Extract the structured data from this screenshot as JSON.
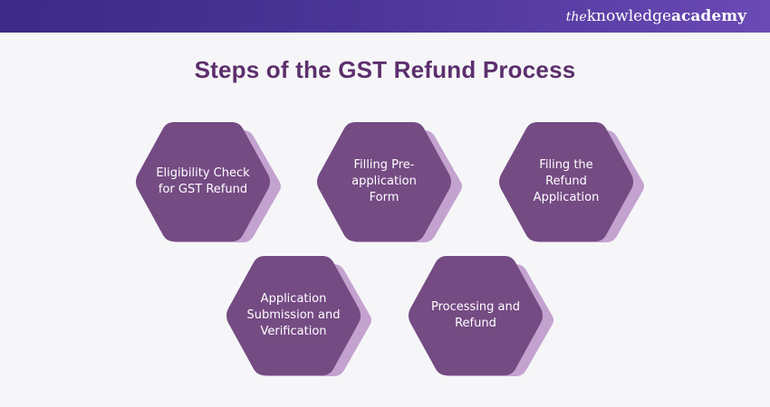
{
  "header": {
    "brand_the": "the",
    "brand_knowledge": "knowledge",
    "brand_academy": "academy"
  },
  "title": "Steps of the GST Refund Process",
  "colors": {
    "header_bar": "#4a3596",
    "title": "#5c2f6d",
    "hex_fill": "#744b83",
    "hex_shadow": "#c3a2cf",
    "background": "#f6f6f8"
  },
  "steps": [
    {
      "label": "Eligibility Check for GST Refund"
    },
    {
      "label": "Filling Pre-application Form"
    },
    {
      "label": "Filing the Refund Application"
    },
    {
      "label": "Application Submission and Verification"
    },
    {
      "label": "Processing and Refund"
    }
  ]
}
